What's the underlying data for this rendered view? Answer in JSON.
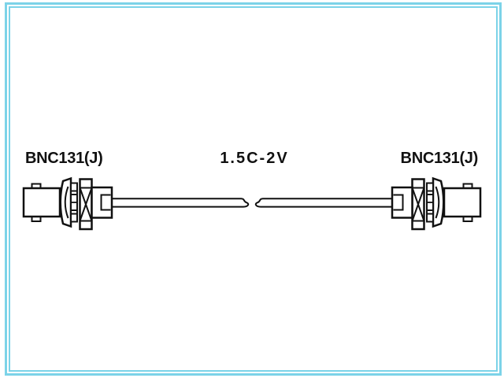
{
  "colors": {
    "background": "#ffffff",
    "frame": "#7cd3e8",
    "ink": "#111111"
  },
  "labels": {
    "left_connector": "BNC131(J)",
    "cable_type": "1.5C-2V",
    "right_connector": "BNC131(J)"
  },
  "diagram": {
    "description": "Coaxial cable assembly drawing: BNC jack connector on each end, cable with break symbol in the middle",
    "left_connector_icon": "bnc-jack-connector-icon",
    "right_connector_icon": "bnc-jack-connector-icon",
    "cable_icon": "coax-cable-with-break-symbol"
  }
}
